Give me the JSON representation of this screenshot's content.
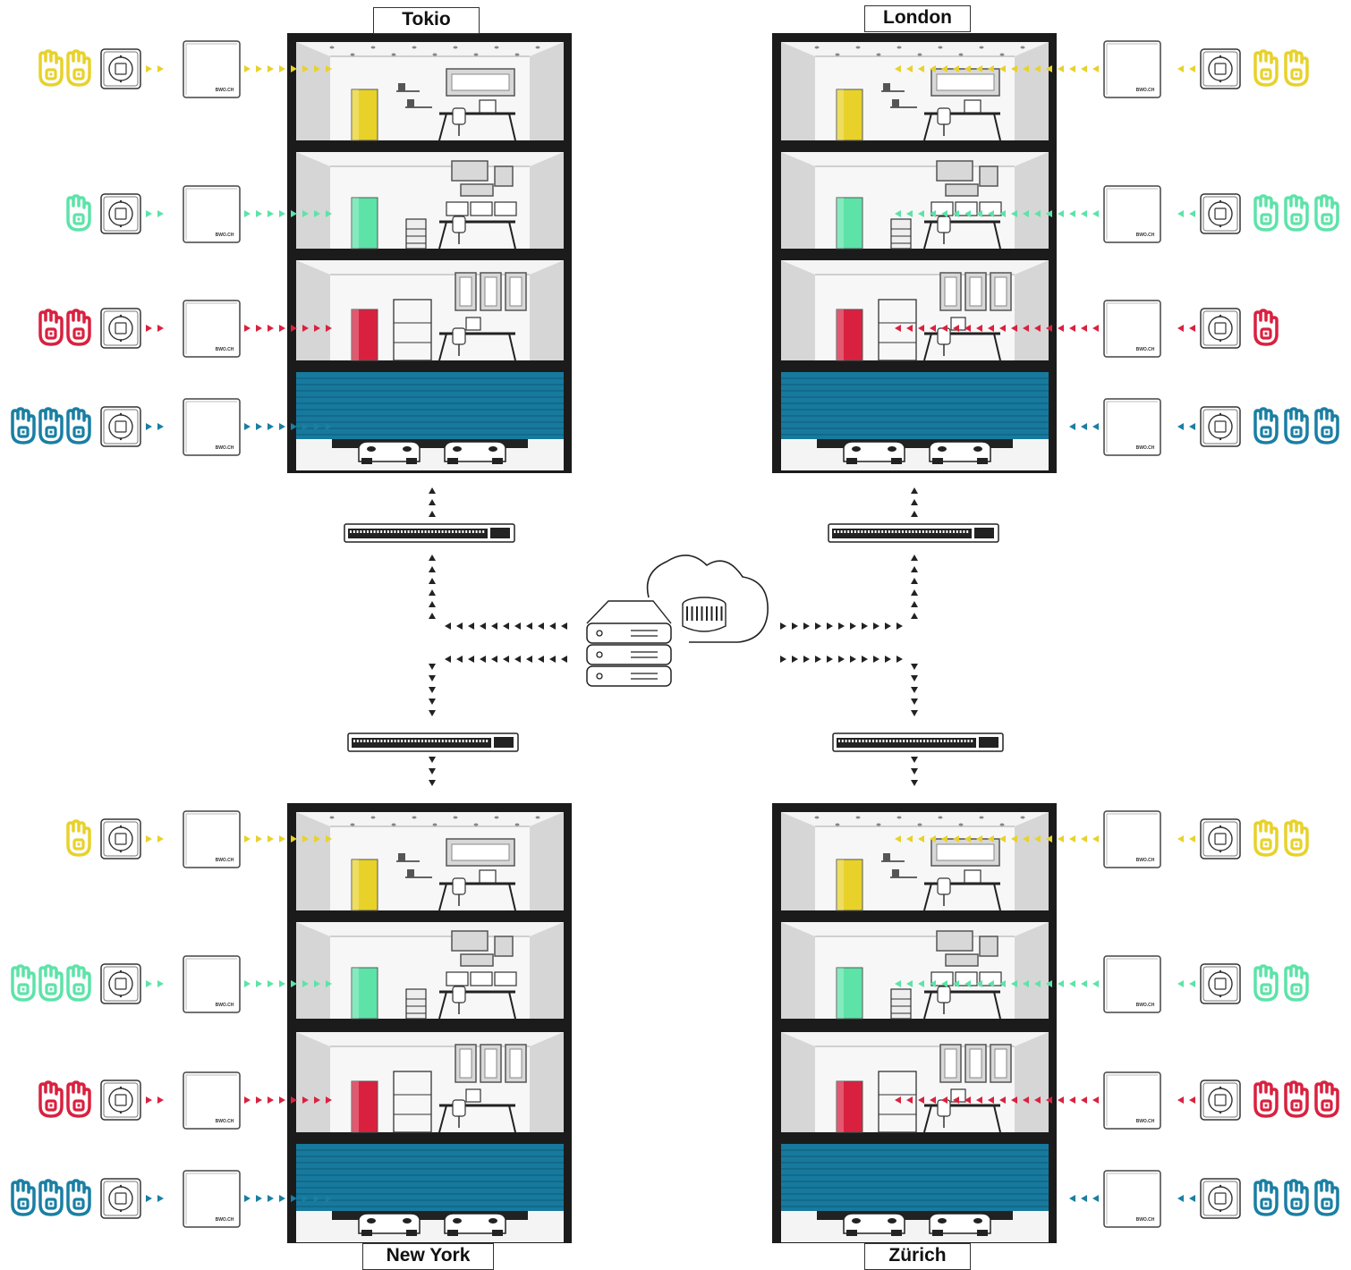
{
  "buildings": [
    {
      "name": "Tokio",
      "side": "left",
      "pos": "top",
      "floors": [
        {
          "color": "#e8d22a",
          "hands": 2
        },
        {
          "color": "#5de3a8",
          "hands": 1
        },
        {
          "color": "#d9213f",
          "hands": 2
        },
        {
          "color": "#1a7fa3",
          "hands": 3
        }
      ]
    },
    {
      "name": "London",
      "side": "right",
      "pos": "top",
      "floors": [
        {
          "color": "#e8d22a",
          "hands": 2
        },
        {
          "color": "#5de3a8",
          "hands": 3
        },
        {
          "color": "#d9213f",
          "hands": 1
        },
        {
          "color": "#1a7fa3",
          "hands": 3
        }
      ]
    },
    {
      "name": "New York",
      "side": "left",
      "pos": "bottom",
      "floors": [
        {
          "color": "#e8d22a",
          "hands": 1
        },
        {
          "color": "#5de3a8",
          "hands": 3
        },
        {
          "color": "#d9213f",
          "hands": 2
        },
        {
          "color": "#1a7fa3",
          "hands": 3
        }
      ]
    },
    {
      "name": "Zürich",
      "side": "right",
      "pos": "bottom",
      "floors": [
        {
          "color": "#e8d22a",
          "hands": 2
        },
        {
          "color": "#5de3a8",
          "hands": 2
        },
        {
          "color": "#d9213f",
          "hands": 3
        },
        {
          "color": "#1a7fa3",
          "hands": 3
        }
      ]
    }
  ],
  "controller_brand": "BWO.CH",
  "colors": {
    "network": "#222222",
    "cloud_stroke": "#222222"
  }
}
